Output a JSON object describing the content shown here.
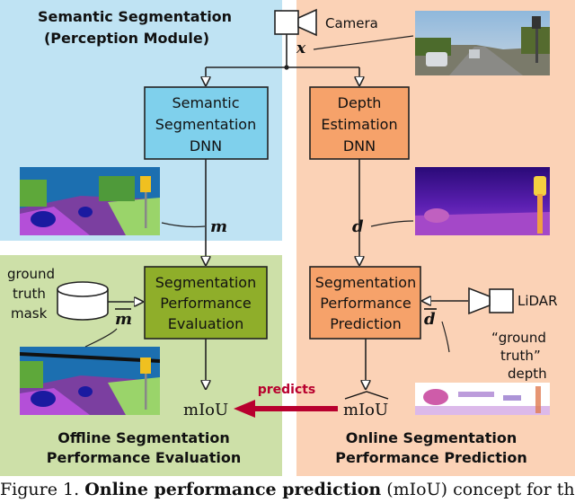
{
  "regions": {
    "semantic": {
      "title_line1": "Semantic Segmentation",
      "title_line2": "(Perception Module)",
      "color": "#bfe3f3"
    },
    "offline": {
      "title_line1": "Offline Segmentation",
      "title_line2": "Performance Evaluation",
      "color": "#cde0a8"
    },
    "online": {
      "title_line1": "Online Segmentation",
      "title_line2": "Performance Prediction",
      "color": "#fbd2b6"
    }
  },
  "blocks": {
    "semantic_dnn": {
      "lines": [
        "Semantic",
        "Segmentation",
        "DNN"
      ],
      "color": "#7fd0ec"
    },
    "depth_dnn": {
      "lines": [
        "Depth",
        "Estimation",
        "DNN"
      ],
      "color": "#f6a26a"
    },
    "seg_eval": {
      "lines": [
        "Segmentation",
        "Performance",
        "Evaluation"
      ],
      "color": "#8fae2a"
    },
    "seg_pred": {
      "lines": [
        "Segmentation",
        "Performance",
        "Prediction"
      ],
      "color": "#f6a26a"
    }
  },
  "labels": {
    "camera": "Camera",
    "lidar": "LiDAR",
    "ground_truth_mask": [
      "ground",
      "truth",
      "mask"
    ],
    "ground_truth_depth": [
      "“ground",
      "truth”",
      "depth"
    ],
    "x": "x",
    "m": "m",
    "d": "d",
    "m_bar": "m",
    "d_bar": "d",
    "miou": "mIoU",
    "miou_hat": "mIoU",
    "predicts": "predicts"
  },
  "caption": {
    "prefix": "Figure 1. ",
    "bold": "Online performance prediction",
    "middle": " (",
    "symbol": "mIoU",
    "suffix": ") concept for the"
  },
  "colors": {
    "predicts_arrow": "#b8002e"
  }
}
